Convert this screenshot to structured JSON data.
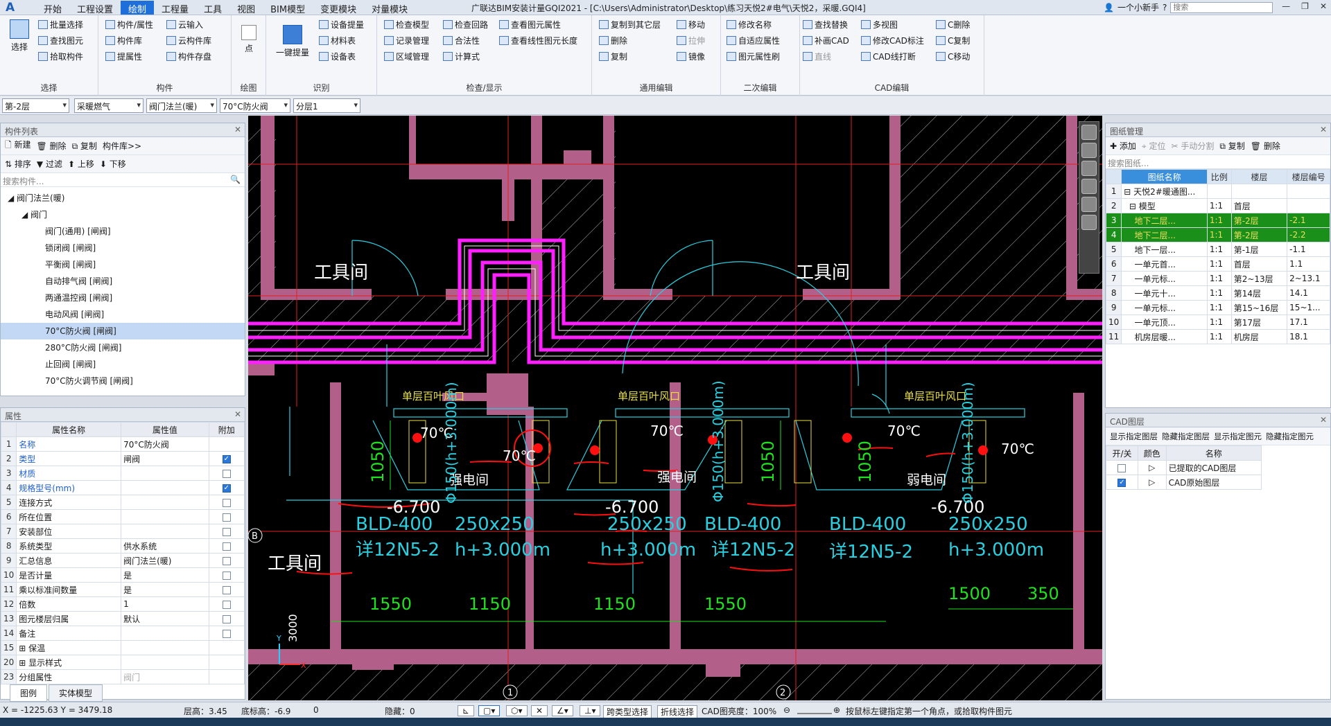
{
  "title_bar": {
    "menu": [
      "开始",
      "工程设置",
      "绘制",
      "工程量",
      "工具",
      "视图",
      "BIM模型",
      "变更模块",
      "对量模块"
    ],
    "active_menu": "绘制",
    "window_title": "广联达BIM安装计量GQI2021 - [C:\\Users\\Administrator\\Desktop\\练习天悦2#电气\\天悦2，采暖.GQI4]",
    "user": "一个小新手",
    "search_placeholder": "搜索"
  },
  "ribbon": {
    "groups": [
      {
        "name": "选择",
        "big": "选择",
        "items": [
          "批量选择",
          "查找图元",
          "拾取构件"
        ]
      },
      {
        "name": "构件",
        "items": [
          "构件/属性",
          "构件库",
          "提属性",
          "云输入",
          "云构件库",
          "构件存盘"
        ]
      },
      {
        "name": "绘图",
        "big": "点"
      },
      {
        "name": "识别",
        "big": "一键提量",
        "items": [
          "设备提量",
          "材料表",
          "设备表"
        ]
      },
      {
        "name": "检查/显示",
        "items": [
          "检查模型",
          "记录管理",
          "区域管理",
          "检查回路",
          "合法性",
          "计算式",
          "查看图元属性",
          "查看线性图元长度"
        ]
      },
      {
        "name": "通用编辑",
        "items": [
          "复制到其它层",
          "删除",
          "复制",
          "移动",
          "拉伸",
          "镜像"
        ]
      },
      {
        "name": "二次编辑",
        "items": [
          "修改名称",
          "自适应属性",
          "图元属性刷"
        ]
      },
      {
        "name": "CAD编辑",
        "items": [
          "查找替换",
          "补画CAD",
          "直线",
          "多视图",
          "修改CAD标注",
          "CAD线打断",
          "C删除",
          "C复制",
          "C移动"
        ]
      }
    ]
  },
  "toolbar_selects": [
    "第-2层",
    "采暖燃气",
    "阀门法兰(暖)",
    "70°C防火阀",
    "分层1"
  ],
  "component_list": {
    "title": "构件列表",
    "toolbar1": [
      "新建",
      "删除",
      "复制",
      "构件库>>"
    ],
    "toolbar2": [
      "排序",
      "过滤",
      "上移",
      "下移"
    ],
    "search_placeholder": "搜索构件...",
    "tree_root": "阀门法兰(暖)",
    "tree_group": "阀门",
    "items": [
      "阀门(通用) [闸阀]",
      "锁闭阀 [闸阀]",
      "平衡阀 [闸阀]",
      "自动排气阀 [闸阀]",
      "两通温控阀 [闸阀]",
      "电动风阀 [闸阀]",
      "70°C防火阀 [闸阀]",
      "280°C防火阀 [闸阀]",
      "止回阀 [闸阀]",
      "70°C防火调节阀 [闸阀]"
    ],
    "selected": "70°C防火阀 [闸阀]"
  },
  "properties": {
    "title": "属性",
    "headers": [
      "属性名称",
      "属性值",
      "附加"
    ],
    "rows": [
      {
        "n": "1",
        "name": "名称",
        "value": "70°C防火阀",
        "check": "",
        "blue": true
      },
      {
        "n": "2",
        "name": "类型",
        "value": "闸阀",
        "check": "on",
        "blue": true
      },
      {
        "n": "3",
        "name": "材质",
        "value": "",
        "check": "off",
        "blue": true
      },
      {
        "n": "4",
        "name": "规格型号(mm)",
        "value": "",
        "check": "on",
        "blue": true
      },
      {
        "n": "5",
        "name": "连接方式",
        "value": "",
        "check": "off",
        "blue": false
      },
      {
        "n": "6",
        "name": "所在位置",
        "value": "",
        "check": "off",
        "blue": false
      },
      {
        "n": "7",
        "name": "安装部位",
        "value": "",
        "check": "off",
        "blue": false
      },
      {
        "n": "8",
        "name": "系统类型",
        "value": "供水系统",
        "check": "off",
        "blue": false
      },
      {
        "n": "9",
        "name": "汇总信息",
        "value": "阀门法兰(暖)",
        "check": "off",
        "blue": false
      },
      {
        "n": "10",
        "name": "是否计量",
        "value": "是",
        "check": "off",
        "blue": false
      },
      {
        "n": "11",
        "name": "乘以标准间数量",
        "value": "是",
        "check": "off",
        "blue": false
      },
      {
        "n": "12",
        "name": "倍数",
        "value": "1",
        "check": "off",
        "blue": false
      },
      {
        "n": "13",
        "name": "图元楼层归属",
        "value": "默认",
        "check": "off",
        "blue": false
      },
      {
        "n": "14",
        "name": "备注",
        "value": "",
        "check": "off",
        "blue": false
      },
      {
        "n": "15",
        "name": "⊞ 保温",
        "value": "",
        "check": "",
        "blue": false
      },
      {
        "n": "20",
        "name": "⊞ 显示样式",
        "value": "",
        "check": "",
        "blue": false
      },
      {
        "n": "23",
        "name": "分组属性",
        "value": "阀门",
        "check": "",
        "blue": false
      }
    ],
    "tabs": [
      "图例",
      "实体模型"
    ]
  },
  "drawing_manager": {
    "title": "图纸管理",
    "toolbar": [
      "添加",
      "定位",
      "手动分割",
      "复制",
      "删除"
    ],
    "search_placeholder": "搜索图纸...",
    "headers": [
      "图纸名称",
      "比例",
      "楼层",
      "楼层编号"
    ],
    "rows": [
      {
        "n": "1",
        "name": "⊟ 天悦2#暖通图...",
        "scale": "",
        "floor": "",
        "code": "",
        "hl": false
      },
      {
        "n": "2",
        "name": "  ⊟ 模型",
        "scale": "1:1",
        "floor": "首层",
        "code": "",
        "hl": false
      },
      {
        "n": "3",
        "name": "    地下二层...",
        "scale": "1:1",
        "floor": "第-2层",
        "code": "-2.1",
        "hl": true
      },
      {
        "n": "4",
        "name": "    地下二层...",
        "scale": "1:1",
        "floor": "第-2层",
        "code": "-2.2",
        "hl": true
      },
      {
        "n": "5",
        "name": "    地下一层...",
        "scale": "1:1",
        "floor": "第-1层",
        "code": "-1.1",
        "hl": false
      },
      {
        "n": "6",
        "name": "    一单元首...",
        "scale": "1:1",
        "floor": "首层",
        "code": "1.1",
        "hl": false
      },
      {
        "n": "7",
        "name": "    一单元标...",
        "scale": "1:1",
        "floor": "第2~13层",
        "code": "2~13.1",
        "hl": false
      },
      {
        "n": "8",
        "name": "    一单元十...",
        "scale": "1:1",
        "floor": "第14层",
        "code": "14.1",
        "hl": false
      },
      {
        "n": "9",
        "name": "    一单元标...",
        "scale": "1:1",
        "floor": "第15~16层",
        "code": "15~1...",
        "hl": false
      },
      {
        "n": "10",
        "name": "    一单元顶...",
        "scale": "1:1",
        "floor": "第17层",
        "code": "17.1",
        "hl": false
      },
      {
        "n": "11",
        "name": "    机房层暖...",
        "scale": "1:1",
        "floor": "机房层",
        "code": "18.1",
        "hl": false
      }
    ]
  },
  "cad_layers": {
    "title": "CAD图层",
    "toolbar": [
      "显示指定图层",
      "隐藏指定图层",
      "显示指定图元",
      "隐藏指定图元"
    ],
    "headers": [
      "开/关",
      "颜色",
      "名称"
    ],
    "rows": [
      {
        "name": "已提取的CAD图层",
        "on": false
      },
      {
        "name": "CAD原始图层",
        "on": true
      }
    ]
  },
  "cad": {
    "room_labels": [
      "工具间",
      "工具间",
      "工具间"
    ],
    "dims": [
      "1050",
      "1050",
      "1050",
      "1550",
      "1150",
      "1150",
      "1550",
      "1500",
      "350",
      "3000"
    ],
    "valve_labels": [
      "70℃",
      "70℃",
      "70℃",
      "70℃",
      "70℃"
    ],
    "room_tags": [
      "强电间",
      "强电间",
      "弱电间"
    ],
    "vent_tags": [
      "单层百叶风口",
      "单层百叶风口",
      "单层百叶风口"
    ],
    "elev": [
      "-6.700",
      "-6.700",
      "-6.700"
    ],
    "ducts": [
      "BLD-400",
      "BLD-400",
      "BLD-400",
      "250x250",
      "250x250",
      "250x250",
      "h+3.000m",
      "h+3.000m",
      "h+3.000m"
    ],
    "atlas": [
      "详12N5-2",
      "详12N5-2",
      "详12N5-2"
    ],
    "pipe_tags": [
      "Φ150(h+3.000m)",
      "Φ150(h+3.000m)",
      "Φ150(h+3.000m)"
    ],
    "axis_labels": [
      "B",
      "1",
      "2"
    ],
    "axis_x": "X",
    "axis_y": "Y"
  },
  "status": {
    "coords": "X = -1225.63 Y = 3479.18",
    "floor_height": "层高：3.45",
    "base_height": "底标高：-6.9",
    "zero": "0",
    "hidden": "隐藏：0",
    "cross_type": "跨类型选择",
    "polyline": "折线选择",
    "brightness": "CAD图亮度：100%",
    "hint": "按鼠标左键指定第一个角点，或拾取构件图元"
  }
}
